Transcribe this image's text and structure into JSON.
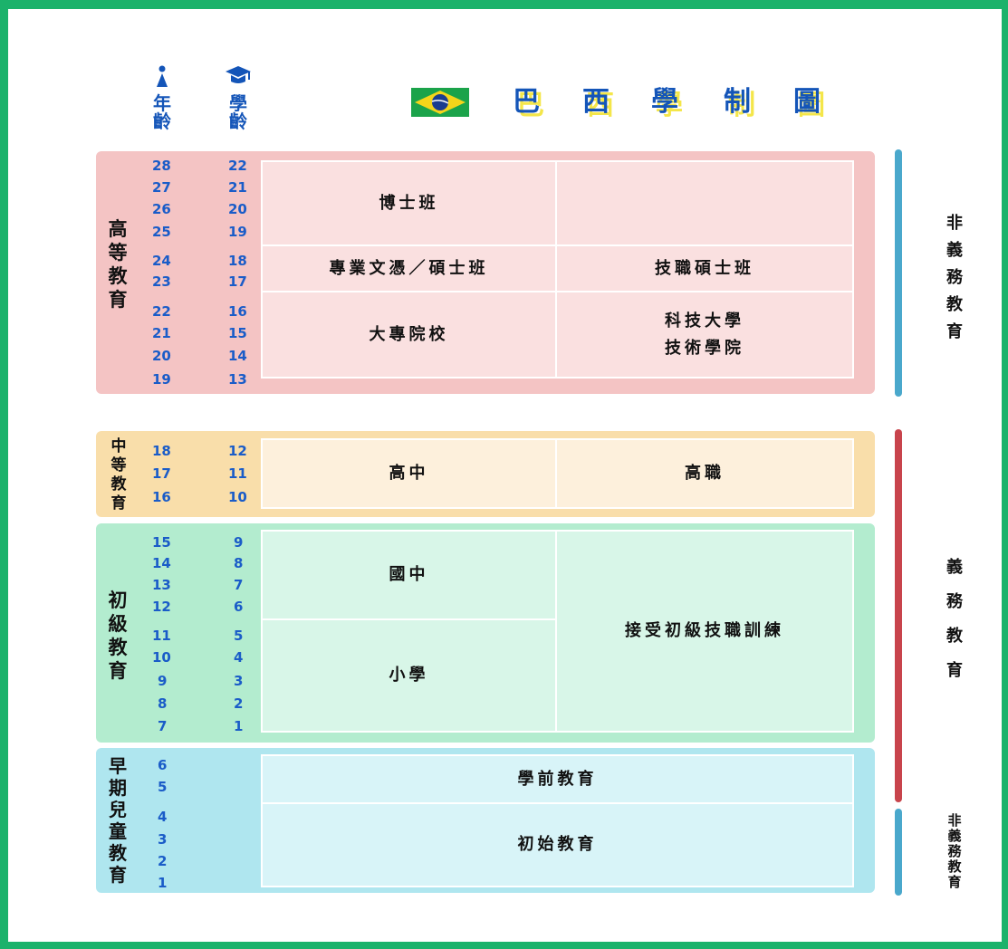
{
  "title": {
    "flag": "brazil-flag",
    "chars": [
      "巴",
      "西",
      "學",
      "制",
      "圖"
    ]
  },
  "header": {
    "age_label": "年齡",
    "grade_label": "學齡",
    "age_icon": "person-icon",
    "grade_icon": "graduation-cap-icon"
  },
  "colors": {
    "frame": "#1bb26b",
    "higher": "#f4c4c4",
    "higher_cell": "#fae0e0",
    "secondary": "#f9deaa",
    "secondary_cell": "#fdf0dc",
    "primary": "#b3eccf",
    "primary_cell": "#d8f6e8",
    "early": "#afe6ef",
    "early_cell": "#d8f4f8",
    "numbers": "#1a5cc8",
    "non_compulsory_bar": "#4aa8cc",
    "compulsory_bar": "#c8444c"
  },
  "sections": {
    "higher": {
      "label": "高等教育",
      "ages": [
        "28",
        "27",
        "26",
        "25",
        "24",
        "23",
        "22",
        "21",
        "20",
        "19"
      ],
      "grades": [
        "22",
        "21",
        "20",
        "19",
        "18",
        "17",
        "16",
        "15",
        "14",
        "13"
      ],
      "cells": {
        "phd": "博士班",
        "empty": "",
        "masters": "專業文憑／碩士班",
        "tech_masters": "技職碩士班",
        "college": "大專院校",
        "tech_univ_line1": "科技大學",
        "tech_univ_line2": "技術學院"
      }
    },
    "secondary": {
      "label": "中等教育",
      "ages": [
        "18",
        "17",
        "16"
      ],
      "grades": [
        "12",
        "11",
        "10"
      ],
      "cells": {
        "high_school": "高中",
        "vocational": "高職"
      }
    },
    "primary": {
      "label": "初級教育",
      "ages": [
        "15",
        "14",
        "13",
        "12",
        "11",
        "10",
        "9",
        "8",
        "7"
      ],
      "grades": [
        "9",
        "8",
        "7",
        "6",
        "5",
        "4",
        "3",
        "2",
        "1"
      ],
      "cells": {
        "junior_high": "國中",
        "elementary": "小學",
        "vocational_training": "接受初級技職訓練"
      }
    },
    "early": {
      "label": "早期兒童教育",
      "ages": [
        "6",
        "5",
        "4",
        "3",
        "2",
        "1"
      ],
      "cells": {
        "preschool": "學前教育",
        "initial": "初始教育"
      }
    }
  },
  "side_labels": {
    "non_compulsory_top": "非義務教育",
    "compulsory": "義務教育",
    "non_compulsory_bottom": "非義務教育"
  }
}
